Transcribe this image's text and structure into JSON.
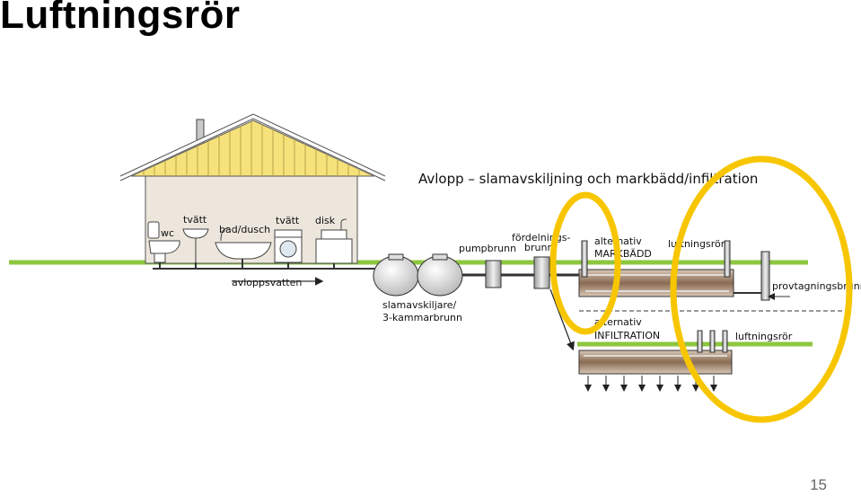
{
  "slide": {
    "title": "Luftningsrör",
    "page_number": "15"
  },
  "diagram": {
    "title": "Avlopp – slamavskiljning och markbädd/infiltration",
    "labels": {
      "wc": "wc",
      "tvatt1": "tvätt",
      "bad_dusch": "bad/dusch",
      "tvatt2": "tvätt",
      "disk": "disk",
      "avloppsvatten": "avloppsvatten",
      "slamavskiljare_1": "slamavskiljare/",
      "slamavskiljare_2": "3-kammarbrunn",
      "pumpbrunn": "pumpbrunn",
      "fordelning_1": "fördelnings-",
      "fordelning_2": "brunn",
      "alt_markbadd_1": "alternativ",
      "alt_markbadd_2": "MARKBÄDD",
      "luftningsror_top": "luftningsrör",
      "provtagningsbrunn": "provtagningsbrunn",
      "alt_infiltration_1": "alternativ",
      "alt_infiltration_2": "INFILTRATION",
      "luftningsror_bottom": "luftningsrör"
    },
    "colors": {
      "ground": "#8dc63f",
      "roof": "#f6e27a",
      "wall": "#ece6dc",
      "highlight": "#f7c600",
      "gravel": "#8a6b52"
    }
  }
}
